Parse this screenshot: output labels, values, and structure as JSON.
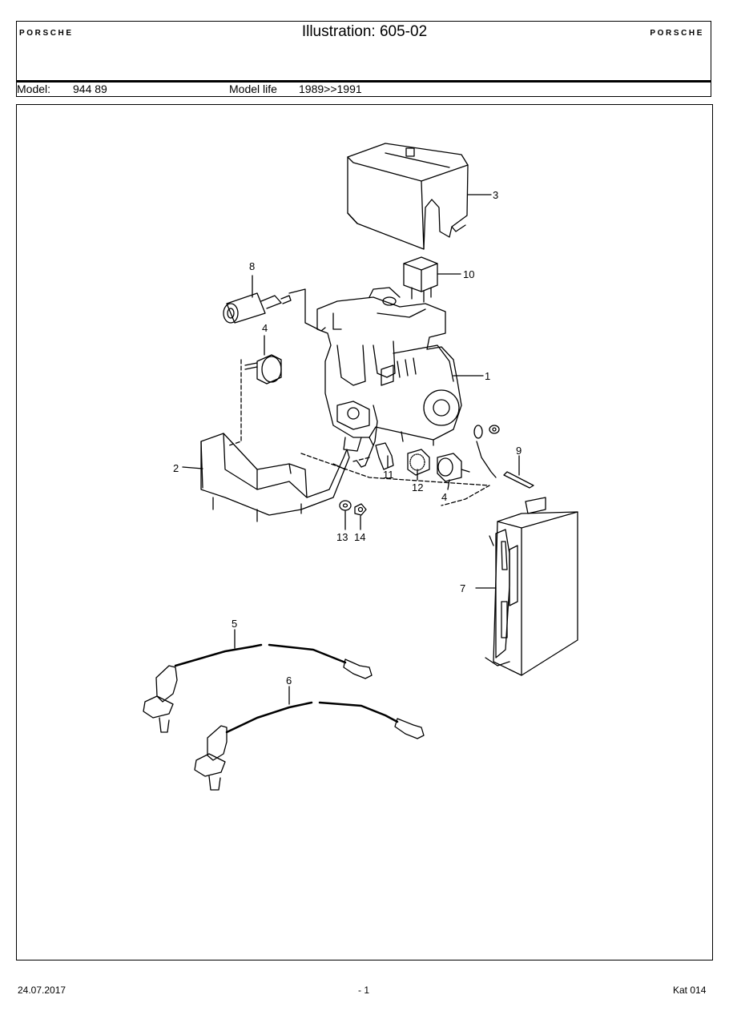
{
  "header": {
    "logo_left": "PORSCHE",
    "logo_right": "PORSCHE",
    "title": "Illustration: 605-02",
    "model_label": "Model:",
    "model_value": "944 89",
    "model_life_label": "Model life",
    "model_life_value": "1989>>1991"
  },
  "callouts": [
    "3",
    "10",
    "8",
    "4",
    "1",
    "2",
    "11",
    "12",
    "4",
    "9",
    "13",
    "14",
    "7",
    "5",
    "6"
  ],
  "footer": {
    "date": "24.07.2017",
    "page": "- 1",
    "catalog": "Kat 014"
  }
}
